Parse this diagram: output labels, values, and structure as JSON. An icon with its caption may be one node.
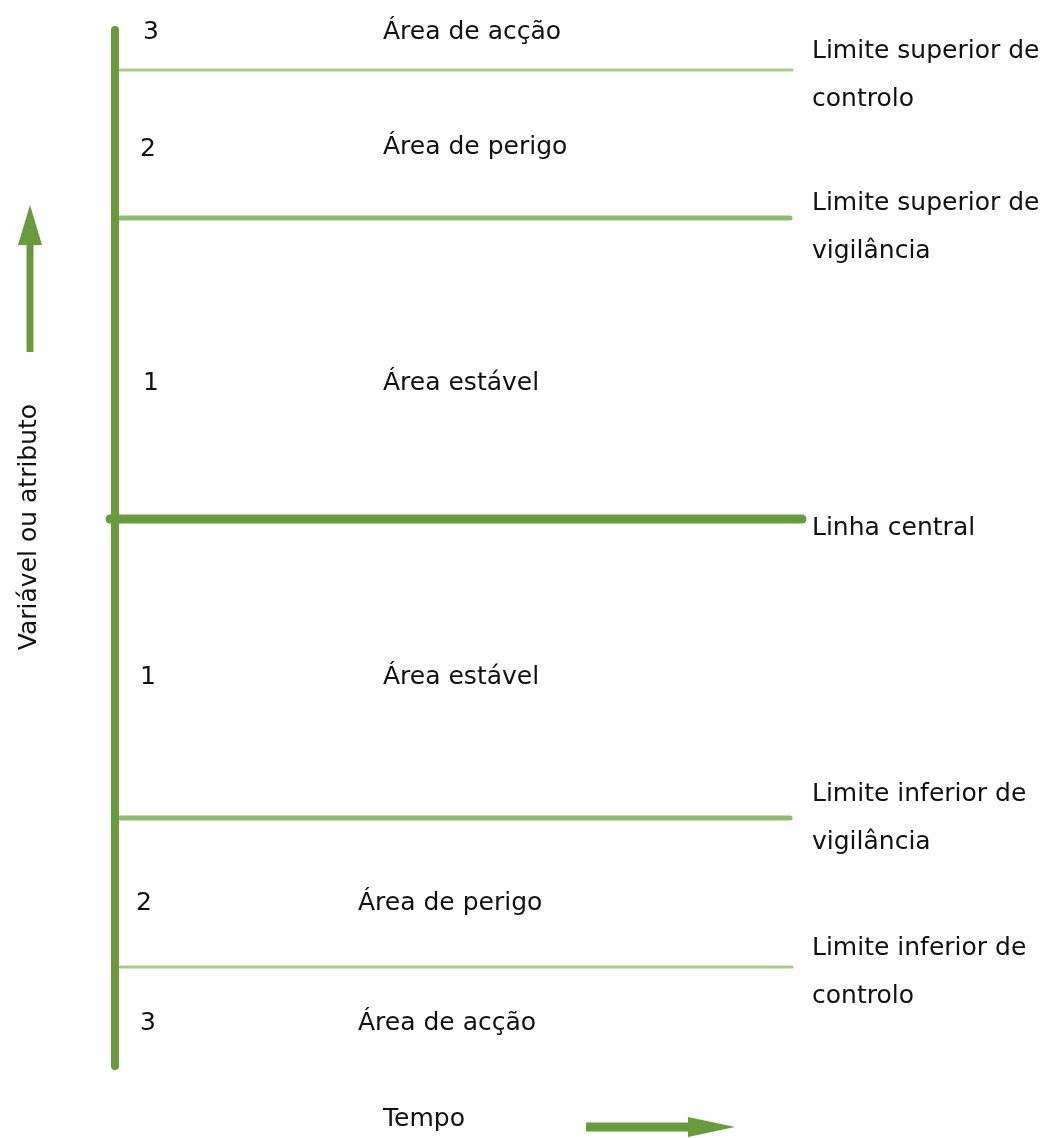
{
  "diagram": {
    "labels": [
      "3",
      "Área de acção",
      "Limite superior de controlo",
      "2",
      "Área de perigo",
      "Limite superior de vigilância",
      "Variável ou atributo",
      "1",
      "Área estável",
      "Linha central",
      "1",
      "Área estável",
      "Limite inferior de vigilância",
      "2",
      "Área de perigo",
      "Limite inferior de controlo",
      "3",
      "Área de acção",
      "Tempo"
    ]
  }
}
